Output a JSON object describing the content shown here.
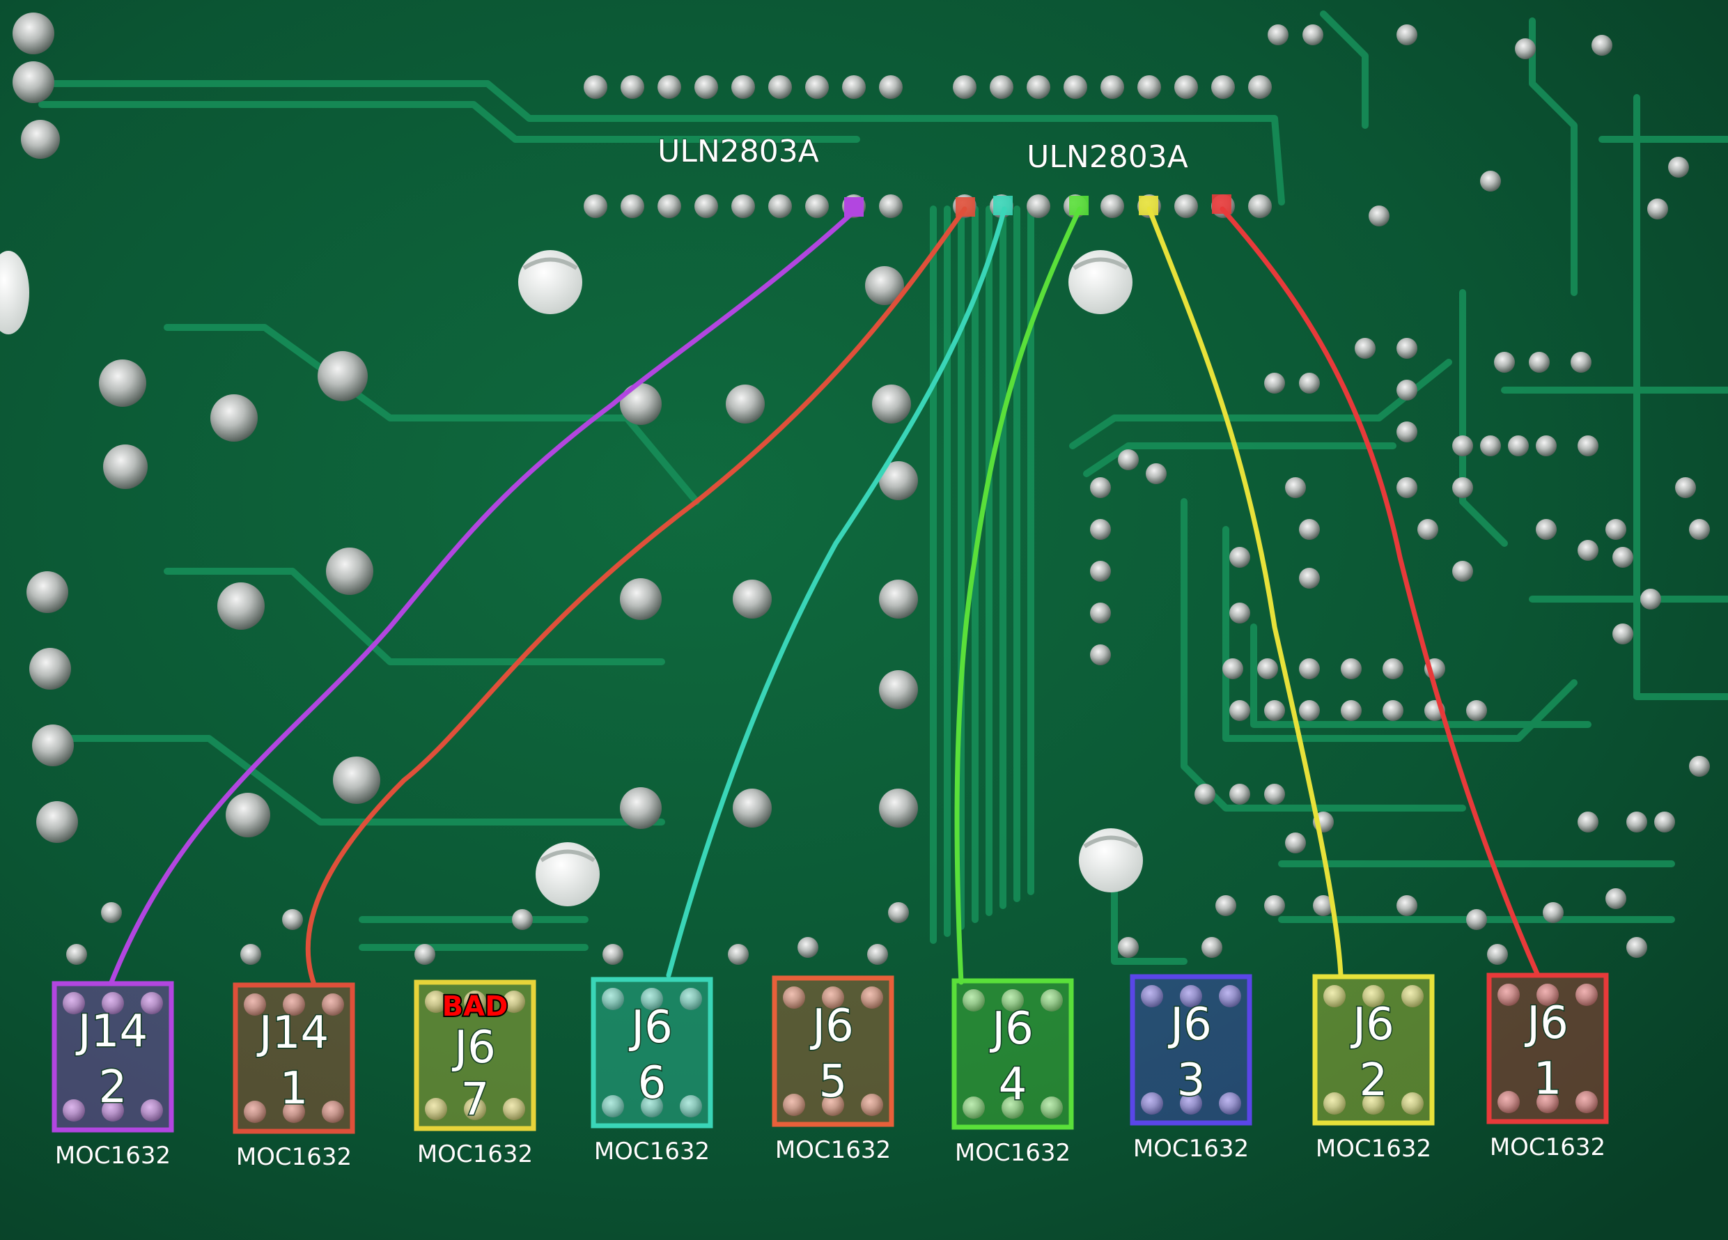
{
  "chips": [
    {
      "label": "ULN2803A"
    },
    {
      "label": "ULN2803A"
    }
  ],
  "connectors": [
    {
      "title": "J14",
      "number": "2",
      "part": "MOC1632",
      "color": "#b246e0",
      "bad": ""
    },
    {
      "title": "J14",
      "number": "1",
      "part": "MOC1632",
      "color": "#e0503a",
      "bad": ""
    },
    {
      "title": "J6",
      "number": "7",
      "part": "MOC1632",
      "color": "#e8d43a",
      "bad": "BAD"
    },
    {
      "title": "J6",
      "number": "6",
      "part": "MOC1632",
      "color": "#3ad6b8",
      "bad": ""
    },
    {
      "title": "J6",
      "number": "5",
      "part": "MOC1632",
      "color": "#e8603a",
      "bad": ""
    },
    {
      "title": "J6",
      "number": "4",
      "part": "MOC1632",
      "color": "#5ae03a",
      "bad": ""
    },
    {
      "title": "J6",
      "number": "3",
      "part": "MOC1632",
      "color": "#5a46e8",
      "bad": ""
    },
    {
      "title": "J6",
      "number": "2",
      "part": "MOC1632",
      "color": "#e8e23a",
      "bad": ""
    },
    {
      "title": "J6",
      "number": "1",
      "part": "MOC1632",
      "color": "#e83a3a",
      "bad": ""
    }
  ]
}
